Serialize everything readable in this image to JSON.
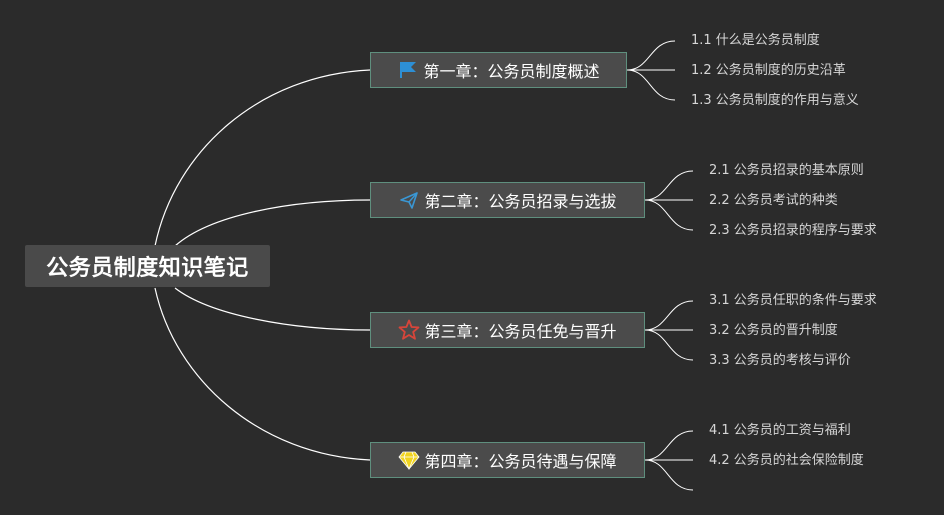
{
  "root": {
    "label": "公务员制度知识笔记"
  },
  "chapters": [
    {
      "label": "第一章：公务员制度概述",
      "icon": "flag-icon",
      "icon_color": "#2d8fd5",
      "items": [
        "1.1 什么是公务员制度",
        "1.2 公务员制度的历史沿革",
        "1.3 公务员制度的作用与意义"
      ]
    },
    {
      "label": "第二章：公务员招录与选拔",
      "icon": "paper-plane-icon",
      "icon_color": "#3a97d4",
      "items": [
        "2.1 公务员招录的基本原则",
        "2.2 公务员考试的种类",
        "2.3 公务员招录的程序与要求"
      ]
    },
    {
      "label": "第三章：公务员任免与晋升",
      "icon": "star-icon",
      "icon_color": "#d8453a",
      "items": [
        "3.1 公务员任职的条件与要求",
        "3.2 公务员的晋升制度",
        "3.3 公务员的考核与评价"
      ]
    },
    {
      "label": "第四章：公务员待遇与保障",
      "icon": "diamond-icon",
      "icon_color": "#f1d41f",
      "items": [
        "4.1 公务员的工资与福利",
        "4.2 公务员的社会保险制度",
        ""
      ]
    }
  ],
  "colors": {
    "background": "#2b2b2b",
    "connector": "#ffffff",
    "chapter_border": "#5f8f7e"
  }
}
